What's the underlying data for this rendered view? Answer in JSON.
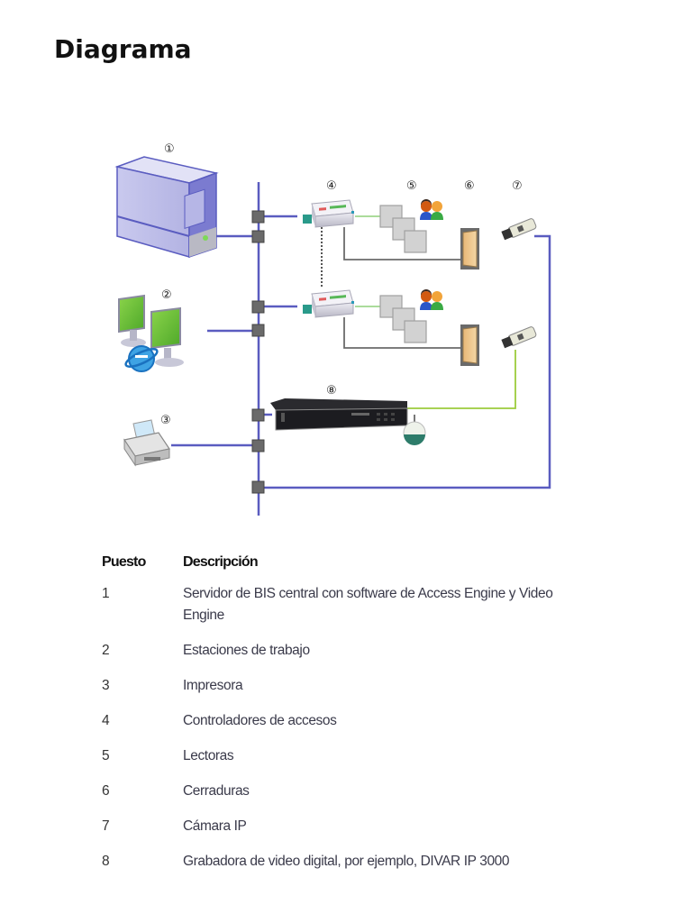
{
  "page": {
    "title": "Diagrama"
  },
  "diagram": {
    "callouts": [
      "①",
      "②",
      "③",
      "④",
      "⑤",
      "⑥",
      "⑦",
      "⑧"
    ],
    "colors": {
      "network": "#5a5cc0",
      "video_link": "#9ccc3c",
      "reader_link": "#8fd07a",
      "lock_link": "#6b6b6b",
      "switch_port": "#6a6a6a"
    },
    "nodes": [
      {
        "id": 1,
        "icon": "server-icon"
      },
      {
        "id": 2,
        "icon": "workstations-icon"
      },
      {
        "id": 3,
        "icon": "printer-icon"
      },
      {
        "id": 4,
        "icon": "access-controller-icon"
      },
      {
        "id": 5,
        "icon": "card-reader-icon"
      },
      {
        "id": 6,
        "icon": "door-lock-icon"
      },
      {
        "id": 7,
        "icon": "ip-camera-icon"
      },
      {
        "id": 8,
        "icon": "dvr-icon"
      }
    ]
  },
  "legend": {
    "header": {
      "col1": "Puesto",
      "col2": "Descripción"
    },
    "rows": [
      {
        "num": "1",
        "desc": "Servidor de BIS central con software de Access Engine y Video Engine"
      },
      {
        "num": "2",
        "desc": "Estaciones de trabajo"
      },
      {
        "num": "3",
        "desc": "Impresora"
      },
      {
        "num": "4",
        "desc": "Controladores de accesos"
      },
      {
        "num": "5",
        "desc": "Lectoras"
      },
      {
        "num": "6",
        "desc": "Cerraduras"
      },
      {
        "num": "7",
        "desc": "Cámara IP"
      },
      {
        "num": "8",
        "desc": "Grabadora de video digital, por ejemplo, DIVAR IP 3000"
      }
    ]
  }
}
